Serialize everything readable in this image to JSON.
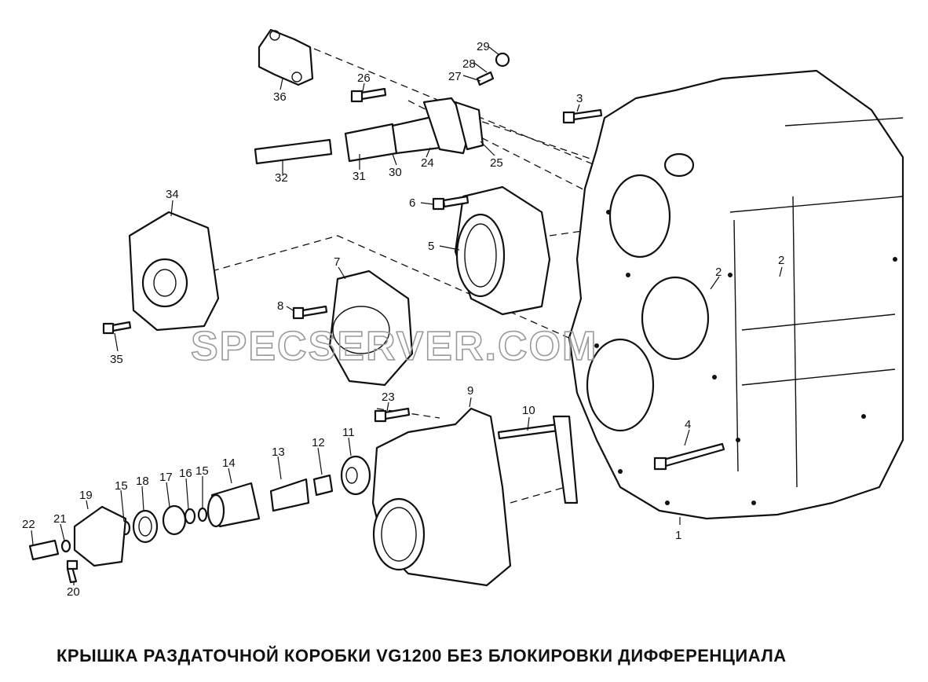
{
  "diagram": {
    "watermark": "SPECSERVER.COM",
    "caption": "КРЫШКА РАЗДАТОЧНОЙ  КОРОБКИ VG1200  БЕЗ БЛОКИРОВКИ  ДИФФЕРЕНЦИАЛА",
    "callouts": [
      {
        "id": "1",
        "text": "1"
      },
      {
        "id": "2a",
        "text": "2"
      },
      {
        "id": "2b",
        "text": "2"
      },
      {
        "id": "3",
        "text": "3"
      },
      {
        "id": "4",
        "text": "4"
      },
      {
        "id": "5",
        "text": "5"
      },
      {
        "id": "6",
        "text": "6"
      },
      {
        "id": "7",
        "text": "7"
      },
      {
        "id": "8",
        "text": "8"
      },
      {
        "id": "9",
        "text": "9"
      },
      {
        "id": "10",
        "text": "10"
      },
      {
        "id": "11",
        "text": "11"
      },
      {
        "id": "12",
        "text": "12"
      },
      {
        "id": "13",
        "text": "13"
      },
      {
        "id": "14",
        "text": "14"
      },
      {
        "id": "15a",
        "text": "15"
      },
      {
        "id": "15b",
        "text": "15"
      },
      {
        "id": "16",
        "text": "16"
      },
      {
        "id": "17",
        "text": "17"
      },
      {
        "id": "18",
        "text": "18"
      },
      {
        "id": "19",
        "text": "19"
      },
      {
        "id": "20",
        "text": "20"
      },
      {
        "id": "21",
        "text": "21"
      },
      {
        "id": "22",
        "text": "22"
      },
      {
        "id": "23",
        "text": "23"
      },
      {
        "id": "24",
        "text": "24"
      },
      {
        "id": "25",
        "text": "25"
      },
      {
        "id": "26",
        "text": "26"
      },
      {
        "id": "27",
        "text": "27"
      },
      {
        "id": "28",
        "text": "28"
      },
      {
        "id": "29",
        "text": "29"
      },
      {
        "id": "30",
        "text": "30"
      },
      {
        "id": "31",
        "text": "31"
      },
      {
        "id": "32",
        "text": "32"
      },
      {
        "id": "34",
        "text": "34"
      },
      {
        "id": "35",
        "text": "35"
      },
      {
        "id": "36",
        "text": "36"
      }
    ]
  }
}
